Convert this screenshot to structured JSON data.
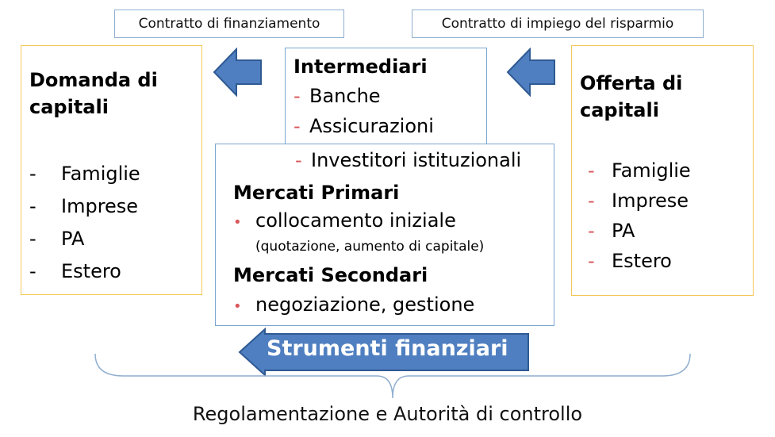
{
  "top_labels": {
    "left": "Contratto di finanziamento",
    "right": "Contratto di impiego del risparmio"
  },
  "domanda": {
    "title_line1": "Domanda di",
    "title_line2": "capitali",
    "items": [
      "Famiglie",
      "Imprese",
      "PA",
      "Estero"
    ]
  },
  "intermediari": {
    "title": "Intermediari",
    "items": [
      "Banche",
      "Assicurazioni",
      "Investitori istituzionali"
    ]
  },
  "mercati": {
    "primari_title": "Mercati Primari",
    "primari_item": "collocamento iniziale",
    "primari_note": "(quotazione, aumento di capitale)",
    "secondari_title": "Mercati Secondari",
    "secondari_item": "negoziazione, gestione"
  },
  "offerta": {
    "title_line1": "Offerta di",
    "title_line2": "capitali",
    "items": [
      "Famiglie",
      "Imprese",
      "PA",
      "Estero"
    ]
  },
  "strumenti": "Strumenti finanziari",
  "footer": "Regolamentazione e Autorità di controllo",
  "colors": {
    "arrow_fill": "#4f7fc0",
    "arrow_stroke": "#2f5a93",
    "gold_border": "#f3c85a",
    "blue_border": "#7aa6cf",
    "red_marker": "#d9565b"
  }
}
